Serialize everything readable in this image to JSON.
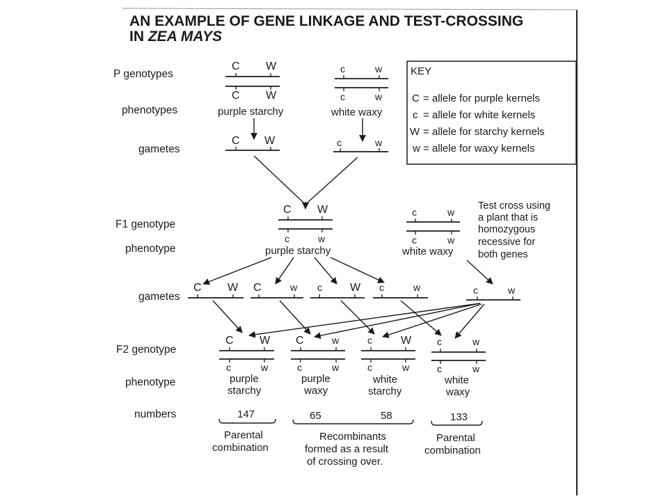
{
  "title": {
    "line1": "AN EXAMPLE OF GENE LINKAGE AND TEST-CROSSING",
    "line2_prefix": "IN ",
    "line2_italic": "ZEA MAYS"
  },
  "row_labels": {
    "p_genotypes": "P genotypes",
    "phenotypes": "phenotypes",
    "gametes1": "gametes",
    "f1_genotype": "F1 genotype",
    "f1_phenotype": "phenotype",
    "gametes2": "gametes",
    "f2_genotype": "F2 genotype",
    "f2_phenotype": "phenotype",
    "numbers": "numbers"
  },
  "alleles": {
    "C": "C",
    "c": "c",
    "W": "W",
    "w": "w"
  },
  "phenotypes": {
    "purple_starchy": "purple starchy",
    "white_waxy": "white waxy",
    "purple": "purple",
    "white": "white",
    "starchy": "starchy",
    "waxy": "waxy"
  },
  "key": {
    "heading": "KEY",
    "items": [
      {
        "symbol": "C",
        "text": "= allele for purple kernels"
      },
      {
        "symbol": "c",
        "text": "= allele for white kernels"
      },
      {
        "symbol": "W",
        "text": "= allele for starchy kernels"
      },
      {
        "symbol": "w",
        "text": "= allele for waxy kernels"
      }
    ]
  },
  "test_cross_note": [
    "Test cross using",
    "a plant that is",
    "homozygous",
    "recessive for",
    "both genes"
  ],
  "numbers": [
    "147",
    "65",
    "58",
    "133"
  ],
  "groups": {
    "parental": [
      "Parental",
      "combination"
    ],
    "recombinant": [
      "Recombinants",
      "formed as a result",
      "of crossing over."
    ]
  }
}
